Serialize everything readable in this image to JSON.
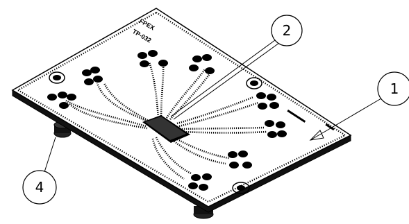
{
  "diagram": {
    "board_marking_line1": "I-PEX",
    "board_marking_line2": "TP-032",
    "callouts": [
      {
        "number": "1"
      },
      {
        "number": "2"
      },
      {
        "number": "4"
      }
    ]
  },
  "colors": {
    "line": "#000000",
    "background": "#ffffff",
    "board_face": "#ffffff"
  }
}
